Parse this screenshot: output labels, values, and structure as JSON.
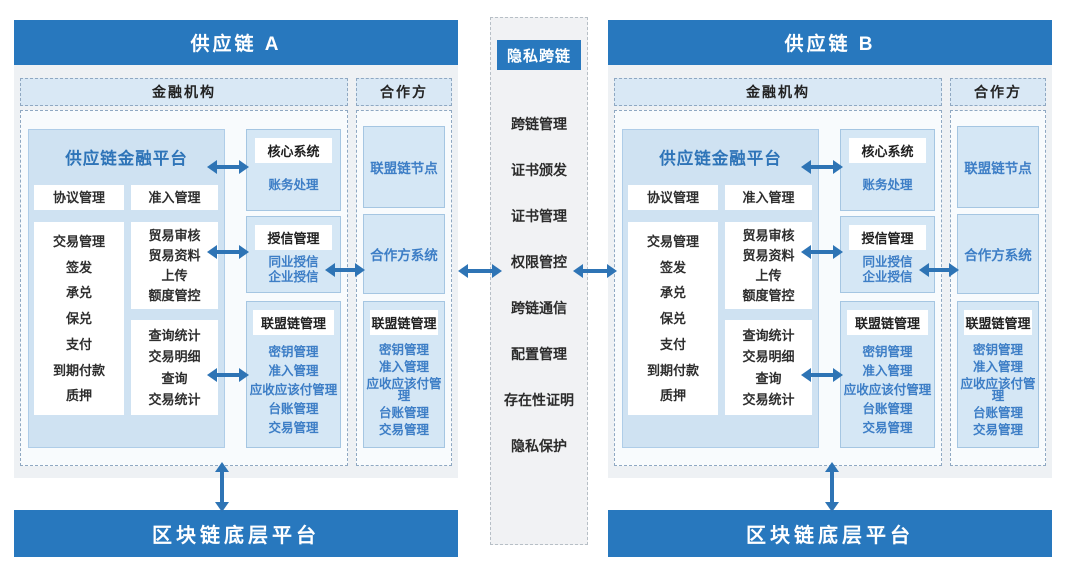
{
  "colors": {
    "primary_blue": "#2878BE",
    "arrow_blue": "#2E74B5",
    "panel_bg": "#EEF1F4",
    "light_blue_box": "#D5E7F5",
    "blue_text": "#3D7EC6"
  },
  "chains": [
    {
      "title": "供应链 A",
      "bottom_bar": "区块链底层平台",
      "financial": {
        "header": "金融机构",
        "platform": {
          "title": "供应链金融平台",
          "protocol_box": "协议管理",
          "access_box": "准入管理",
          "trade_box": [
            "交易管理",
            "签发",
            "承兑",
            "保兑",
            "支付",
            "到期付款",
            "质押"
          ],
          "audit_box": [
            "贸易审核",
            "贸易资料",
            "上传",
            "额度管控"
          ],
          "query_box": [
            "查询统计",
            "交易明细",
            "查询",
            "交易统计"
          ]
        },
        "core_system_box": {
          "header": "核心系统",
          "items": [
            "账务处理"
          ]
        },
        "credit_box": {
          "header": "授信管理",
          "items": [
            "同业授信",
            "企业授信"
          ]
        },
        "consortium_box": {
          "header": "联盟链管理",
          "items": [
            "密钥管理",
            "准入管理",
            "应收应该付管理",
            "台账管理",
            "交易管理"
          ]
        }
      },
      "partner": {
        "header": "合作方",
        "node_box": "联盟链节点",
        "system_box": "合作方系统",
        "consortium_box": {
          "header": "联盟链管理",
          "items": [
            "密钥管理",
            "准入管理",
            "应收应该付管理",
            "台账管理",
            "交易管理"
          ]
        }
      }
    },
    {
      "title": "供应链 B",
      "bottom_bar": "区块链底层平台",
      "financial": {
        "header": "金融机构",
        "platform": {
          "title": "供应链金融平台",
          "protocol_box": "协议管理",
          "access_box": "准入管理",
          "trade_box": [
            "交易管理",
            "签发",
            "承兑",
            "保兑",
            "支付",
            "到期付款",
            "质押"
          ],
          "audit_box": [
            "贸易审核",
            "贸易资料",
            "上传",
            "额度管控"
          ],
          "query_box": [
            "查询统计",
            "交易明细",
            "查询",
            "交易统计"
          ]
        },
        "core_system_box": {
          "header": "核心系统",
          "items": [
            "账务处理"
          ]
        },
        "credit_box": {
          "header": "授信管理",
          "items": [
            "同业授信",
            "企业授信"
          ]
        },
        "consortium_box": {
          "header": "联盟链管理",
          "items": [
            "密钥管理",
            "准入管理",
            "应收应该付管理",
            "台账管理",
            "交易管理"
          ]
        }
      },
      "partner": {
        "header": "合作方",
        "node_box": "联盟链节点",
        "system_box": "合作方系统",
        "consortium_box": {
          "header": "联盟链管理",
          "items": [
            "密钥管理",
            "准入管理",
            "应收应该付管理",
            "台账管理",
            "交易管理"
          ]
        }
      }
    }
  ],
  "crosschain": {
    "header": "隐私跨链",
    "items": [
      "跨链管理",
      "证书颁发",
      "证书管理",
      "权限管控",
      "跨链通信",
      "配置管理",
      "存在性证明",
      "隐私保护"
    ]
  }
}
